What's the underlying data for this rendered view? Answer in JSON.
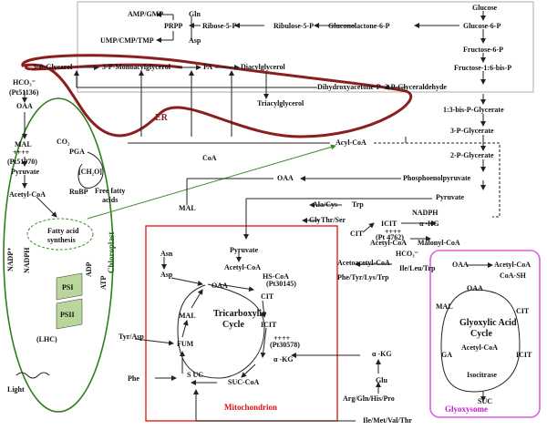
{
  "labels": {
    "amp_gmp": "AMP/GMP",
    "gln_top": "Gln",
    "glucose": "Glucose",
    "prpp": "PRPP",
    "ribose5p": "Ribose-5-P",
    "ribulose5p": "Ribulose-5-P",
    "gluconolactone": "Gluconolactone-6-P",
    "glucose6p": "Glucose-6-P",
    "ump": "UMP/CMP/TMP",
    "asp_top": "Asp",
    "fructose6p": "Fructose-6-P",
    "p3glycerol": "3-P-Glycerol",
    "p3monoacyl": "3-P-Monoacylglycerol",
    "pa": "PA",
    "diacylglycerol": "Diacylglycerol",
    "fructose16": "Fructose-1:6-bis-P",
    "hco3_a": "HCO₃⁻",
    "pt51136": "(Pt51136)",
    "dhap": "Dihydroxyacetone-P",
    "p3glyceraldehyde": "3-P-Glyceraldehyde",
    "triacylglycerol": "Triacylglycerol",
    "oaa_left": "OAA",
    "er": "ER",
    "bpg": "1:3-bis-P-Glycerate",
    "p3glycerate": "3-P-Glycerate",
    "mal_left": "MAL",
    "co2": "CO₂",
    "pga": "PGA",
    "plus4_a": "++++",
    "pt51970": "(Pt51970)",
    "ch2o": "[CH₂O]",
    "pyruvate_left": "Pyruvate",
    "rubp": "RuBP",
    "acylcoa": "Acyl-CoA",
    "coa": "CoA",
    "p2glycerate": "2-P-Glycerate",
    "acetylcoa_left": "Acetyl-CoA",
    "free_fatty": "Free fatty",
    "acids": "acids",
    "oaa_mid": "OAA",
    "pep": "Phosphoenolpyruvate",
    "fatty_acid": "Fatty acid",
    "synthesis": "synthesis",
    "pyruvate_r": "Pyruvate",
    "chloroplast": "Chloroplast",
    "mal_mid": "MAL",
    "ala_cys": "Ala/Cys",
    "trp": "Trp",
    "nadph_r": "NADPH",
    "gly": "Gly",
    "thr_ser": "Thr/Ser",
    "icit_r": "ICIT",
    "plus4_b": "++++",
    "akg_r": "α -KG",
    "cit_r": "CIT",
    "pt4762": "(Pt 4762)",
    "acetylcoa_r": "Acetyl-CoA",
    "malonylcoa": "Malonyl-CoA",
    "hco3_b": "HCO₃⁻",
    "asn": "Asn",
    "pyruvate_m": "Pyruvate",
    "asp_m": "Asp",
    "acetylcoa_m": "Acetyl-CoA",
    "hscoa": "HS-CoA",
    "pt30145": "(Pt30145)",
    "acetoacetyl": "Acetoacetyl-CoA",
    "ile_leu_trp": "Ile/Leu/Trp",
    "phe_tyr": "Phe/Tyr/Lys/Trp",
    "oaa_m": "OAA",
    "cit_m": "CIT",
    "nadp": "NADP⁺",
    "nadph_l": "NADPH",
    "mal_m": "MAL",
    "icit_m": "ICIT",
    "plus4_c": "++++",
    "pt30578": "(Pt30578)",
    "tca1": "Tricarboxylic",
    "tca2": "Cycle",
    "psi": "PSI",
    "adp": "ADP",
    "atp": "ATP",
    "psii": "PSII",
    "fum": "FUM",
    "akg_m": "α -KG",
    "akg_glu": "α -KG",
    "tyr_asp": "Tyr/Asp",
    "lhc": "(LHC)",
    "phe": "Phe",
    "suc": "S UC",
    "succoa": "SUC-CoA",
    "glu": "Glu",
    "light": "Light",
    "arg": "Arg/Gln/His/Pro",
    "mitochondrion": "Mitochondrion",
    "ile_met": "Ile/Met/Val/Thr",
    "g_oaa": "OAA",
    "g_acetylcoa": "Acetyl-CoA",
    "g_coash": "CoA-SH",
    "g_oaa2": "OAA",
    "g_mal": "MAL",
    "g_cit": "CIT",
    "g_title1": "Glyoxylic Acid",
    "g_title2": "Cycle",
    "g_acetylcoa2": "Acetyl-CoA",
    "g_ga": "GA",
    "g_icit": "ICIT",
    "g_isocitrase": "Isocitrase",
    "g_suc": "SUC",
    "glyoxysome": "Glyoxysome"
  }
}
